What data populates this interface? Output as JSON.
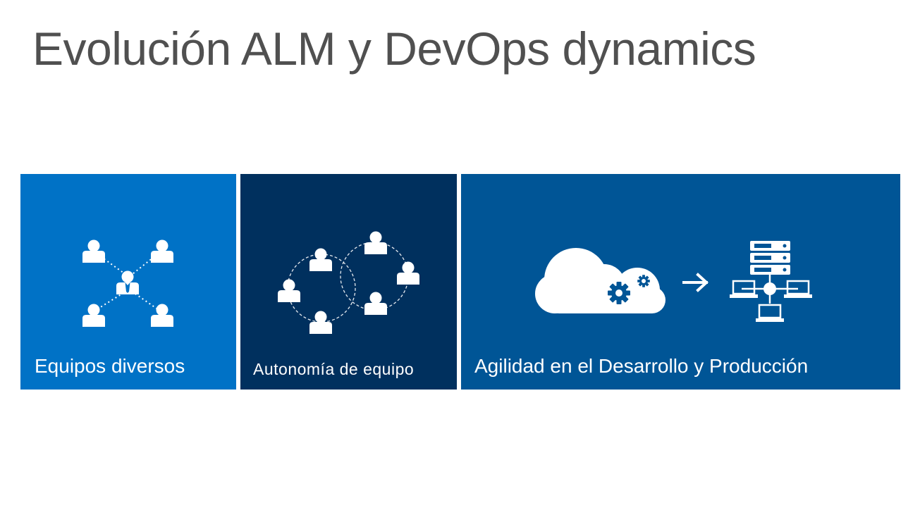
{
  "title": "Evolución ALM y DevOps dynamics",
  "tiles": [
    {
      "label": "Equipos diversos",
      "color": "#0072c6",
      "icon": "diverse-team-network-icon"
    },
    {
      "label": "Autonomía de equipo",
      "color": "#00305e",
      "icon": "team-autonomy-circles-icon"
    },
    {
      "label": "Agilidad en el Desarrollo y Producción",
      "color": "#005596",
      "icon": "cloud-to-server-deploy-icon"
    }
  ],
  "colors": {
    "title": "#505050",
    "icon": "#ffffff"
  }
}
